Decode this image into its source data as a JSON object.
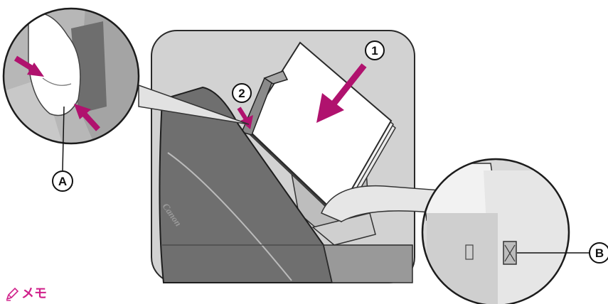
{
  "callouts": {
    "step_1": "1",
    "step_2": "2",
    "label_a": "A",
    "label_b": "B"
  },
  "printer": {
    "brand": "Canon"
  },
  "memo": {
    "label": "メモ",
    "icon": "pencil-icon"
  },
  "colors": {
    "arrow": "#b0126e",
    "memo_text": "#d0208a",
    "printer_body": "#6f6f6f",
    "panel_bg": "#cfcfcf"
  }
}
